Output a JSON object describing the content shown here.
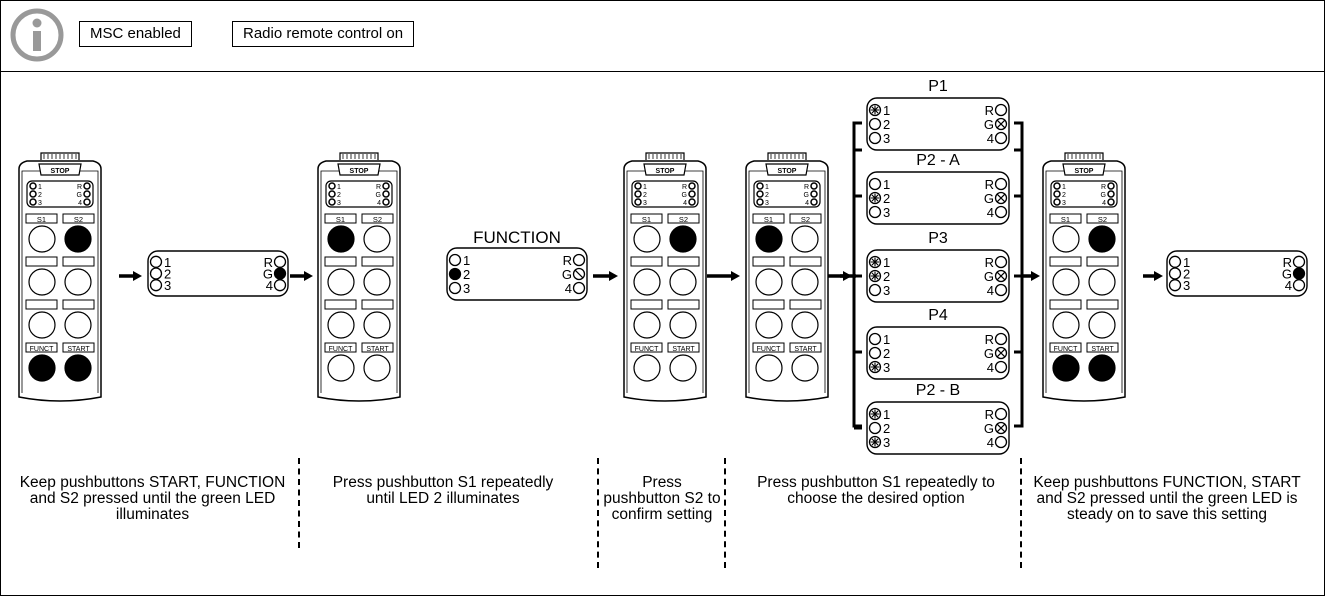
{
  "header": {
    "tags": [
      "MSC enabled",
      "Radio remote control on"
    ]
  },
  "remote": {
    "stop_label": "STOP",
    "leds_left": [
      "1",
      "2",
      "3"
    ],
    "leds_right": [
      "R",
      "G",
      "4"
    ],
    "s1_label": "S1",
    "s2_label": "S2",
    "funct_label": "FUNCT",
    "start_label": "START"
  },
  "led_panel": {
    "left": [
      "1",
      "2",
      "3"
    ],
    "right": [
      "R",
      "G",
      "4"
    ]
  },
  "function_title": "FUNCTION",
  "options": [
    "P1",
    "P2 - A",
    "P3",
    "P4",
    "P2 - B"
  ],
  "steps": [
    "Keep pushbuttons START, FUNCTION and S2 pressed until the green LED illuminates",
    "Press pushbutton S1 repeatedly until LED 2 illuminates",
    "Press pushbutton S2 to confirm setting",
    "Press pushbutton S1 repeatedly to choose the desired option",
    "Keep pushbuttons FUNCTION, START and S2 pressed until the green LED is steady on to save this setting"
  ]
}
